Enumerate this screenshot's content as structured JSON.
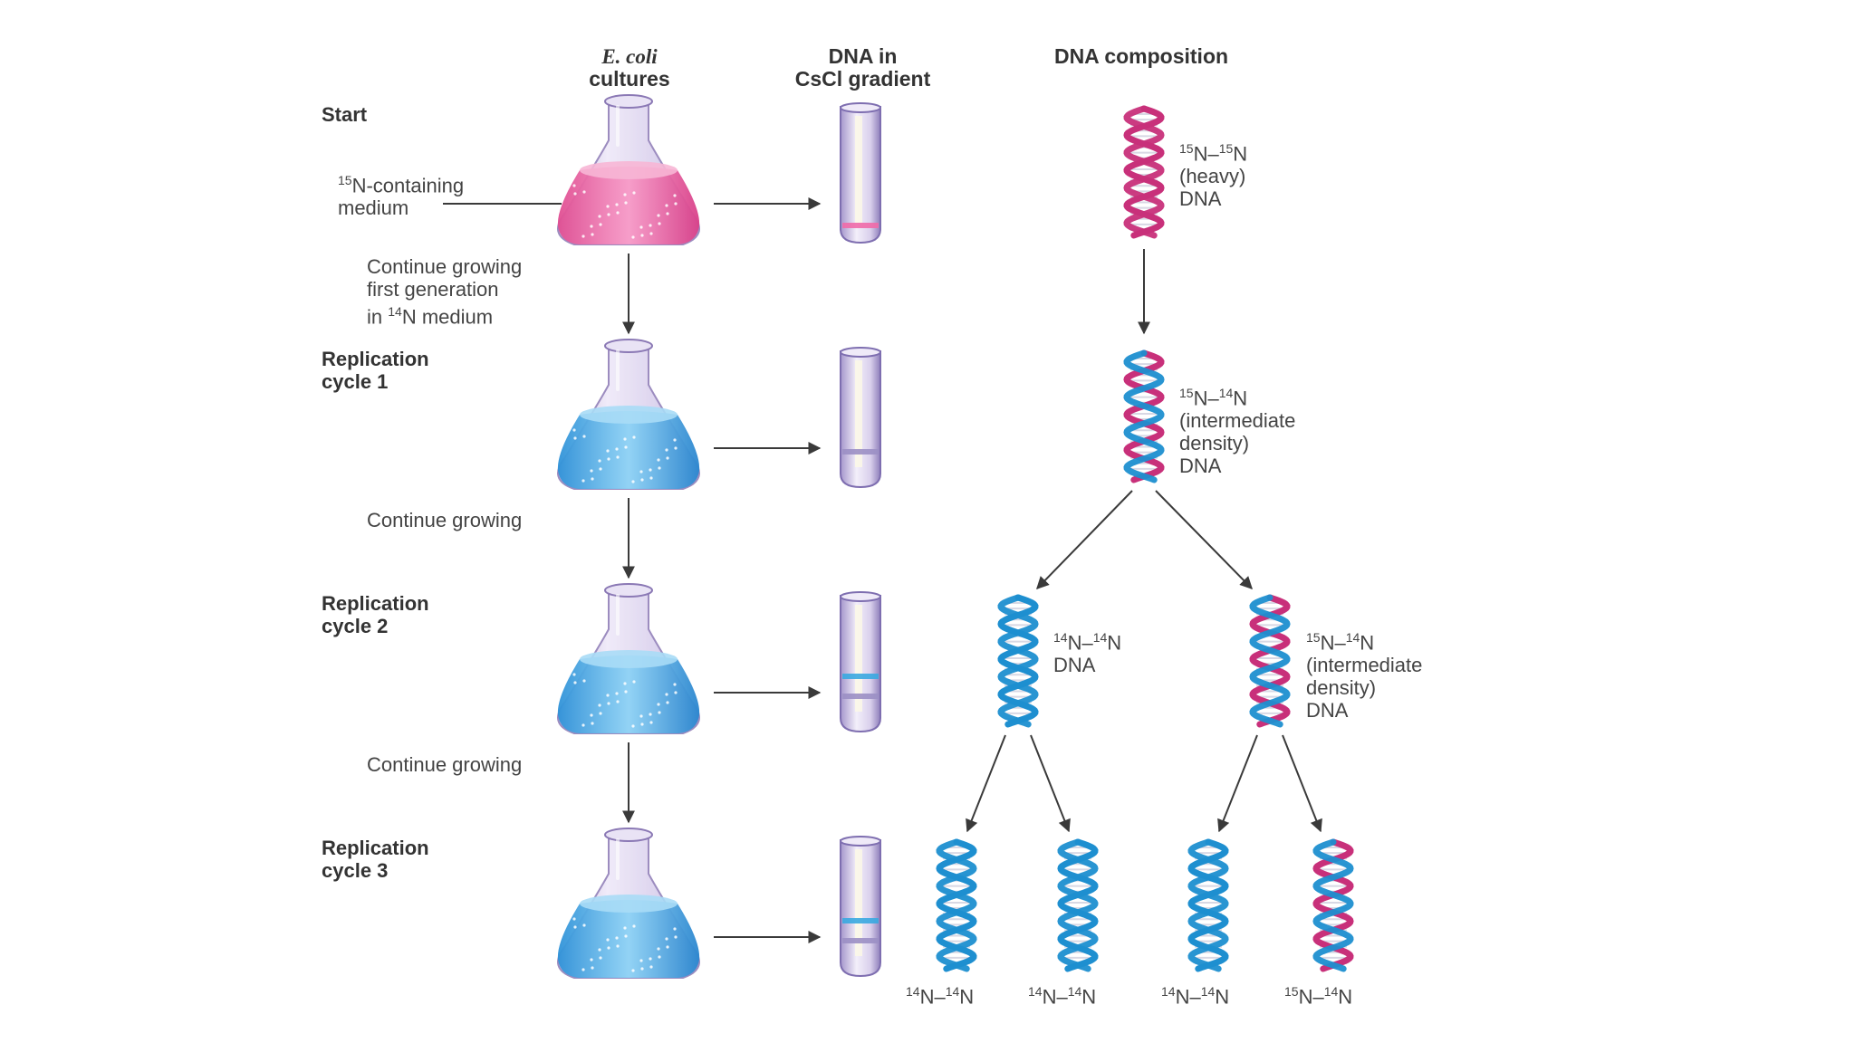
{
  "headers": {
    "ecoli_italic": "E. coli",
    "ecoli_rest": "cultures",
    "dna_gradient_line1": "DNA in",
    "dna_gradient_line2": "CsCl gradient",
    "dna_composition": "DNA composition"
  },
  "stages": {
    "start": "Start",
    "cycle1_line1": "Replication",
    "cycle1_line2": "cycle 1",
    "cycle2_line1": "Replication",
    "cycle2_line2": "cycle 2",
    "cycle3_line1": "Replication",
    "cycle3_line2": "cycle 3"
  },
  "notes": {
    "medium_sup": "15",
    "medium_line1_rest": "N-containing",
    "medium_line2": "medium",
    "grow1_line1": "Continue growing",
    "grow1_line2": "first generation",
    "grow1_line3_pre": "in ",
    "grow1_line3_sup": "14",
    "grow1_line3_post": "N medium",
    "grow2": "Continue growing",
    "grow3": "Continue growing"
  },
  "dna_labels": {
    "heavy": {
      "sup_a": "15",
      "mid": "N–",
      "sup_b": "15",
      "end": "N",
      "line2": "(heavy)",
      "line3": "DNA"
    },
    "intermediate1": {
      "sup_a": "15",
      "mid": "N–",
      "sup_b": "14",
      "end": "N",
      "line2": "(intermediate",
      "line3": "density)",
      "line4": "DNA"
    },
    "light2": {
      "sup_a": "14",
      "mid": "N–",
      "sup_b": "14",
      "end": "N",
      "line2": "DNA"
    },
    "intermediate2": {
      "sup_a": "15",
      "mid": "N–",
      "sup_b": "14",
      "end": "N",
      "line2": "(intermediate",
      "line3": "density)",
      "line4": "DNA"
    },
    "bottom": [
      {
        "sup_a": "14",
        "mid": "N–",
        "sup_b": "14",
        "end": "N"
      },
      {
        "sup_a": "14",
        "mid": "N–",
        "sup_b": "14",
        "end": "N"
      },
      {
        "sup_a": "14",
        "mid": "N–",
        "sup_b": "14",
        "end": "N"
      },
      {
        "sup_a": "15",
        "mid": "N–",
        "sup_b": "14",
        "end": "N"
      }
    ]
  },
  "colors": {
    "heavy_strand": "#c8307a",
    "light_strand": "#1e8fd0",
    "heavy_medium": "#f06aa8",
    "light_medium": "#3aa8e0",
    "arrow": "#3a3a3a"
  }
}
